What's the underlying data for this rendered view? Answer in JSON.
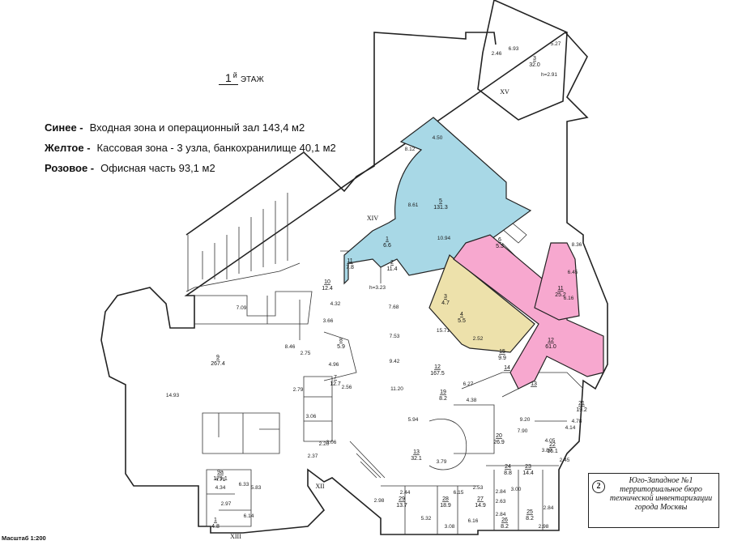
{
  "floor_title": {
    "number": "1",
    "suffix": "й",
    "word": "ЭТАЖ"
  },
  "legend": [
    {
      "color_name": "Синее -",
      "text": "Входная зона и операционный зал 143,4 м2"
    },
    {
      "color_name": "Желтое -",
      "text": "Кассовая зона - 3 узла, банкохранилище 40,1 м2"
    },
    {
      "color_name": "Розовое -",
      "text": "Офисная часть 93,1 м2"
    }
  ],
  "colors": {
    "blue": "#a8d8e6",
    "yellow": "#ede1ab",
    "pink": "#f7a8cf",
    "walls": "#222222"
  },
  "scale": "Масштаб 1:200",
  "stamp": {
    "number": "2",
    "lines": [
      "Юго-Западное №1",
      "территориальное бюро",
      "технической инвентаризации",
      "города Москвы"
    ]
  },
  "sections": [
    "XIV",
    "XV",
    "XII",
    "XIII"
  ],
  "rooms": [
    {
      "no": "5",
      "area": "131.3",
      "zone": "blue"
    },
    {
      "no": "1",
      "area": "6.6",
      "zone": "blue"
    },
    {
      "no": "11",
      "area": "7.8",
      "zone": "blue"
    },
    {
      "no": "2",
      "area": "11.4",
      "zone": "blue"
    },
    {
      "no": "6",
      "area": "5.3",
      "zone": "blue"
    },
    {
      "no": "3",
      "area": "4.7",
      "zone": "yellow"
    },
    {
      "no": "4",
      "area": "5.5",
      "zone": "yellow"
    },
    {
      "no": "15",
      "area": "9.9",
      "zone": "yellow"
    },
    {
      "no": "11",
      "area": "25.2",
      "zone": "pink"
    },
    {
      "no": "12",
      "area": "61.0",
      "zone": "pink"
    },
    {
      "no": "14",
      "area": "",
      "zone": "pink"
    },
    {
      "no": "13",
      "area": "",
      "zone": "pink"
    },
    {
      "no": "12",
      "area": "167.5",
      "zone": "none"
    },
    {
      "no": "9",
      "area": "267.4",
      "zone": "none"
    },
    {
      "no": "9а",
      "area": "179.1",
      "zone": "none"
    },
    {
      "no": "10",
      "area": "12.4",
      "zone": "none"
    },
    {
      "no": "8",
      "area": "5.9",
      "zone": "none"
    },
    {
      "no": "7",
      "area": "12.7",
      "zone": "none"
    },
    {
      "no": "13",
      "area": "32.1",
      "zone": "none"
    },
    {
      "no": "20",
      "area": "26.9",
      "zone": "none"
    },
    {
      "no": "21",
      "area": "19.2",
      "zone": "none"
    },
    {
      "no": "22",
      "area": "16.1",
      "zone": "none"
    },
    {
      "no": "23",
      "area": "14.4",
      "zone": "none"
    },
    {
      "no": "24",
      "area": "8.8",
      "zone": "none"
    },
    {
      "no": "19",
      "area": "8.2",
      "zone": "none"
    },
    {
      "no": "3",
      "area": "32.0",
      "zone": "none"
    },
    {
      "no": "29",
      "area": "13.7",
      "zone": "none"
    },
    {
      "no": "28",
      "area": "18.9",
      "zone": "none"
    },
    {
      "no": "27",
      "area": "14.9",
      "zone": "none"
    },
    {
      "no": "26",
      "area": "8.2",
      "zone": "none"
    },
    {
      "no": "25",
      "area": "8.2",
      "zone": "none"
    },
    {
      "no": "1",
      "area": "4.8",
      "zone": "none"
    }
  ],
  "marks": [
    "h=3.23",
    "h=2.91"
  ],
  "dimensions": [
    "8.12",
    "4.50",
    "8.61",
    "10.94",
    "7.68",
    "7.53",
    "9.42",
    "15.71",
    "6.27",
    "11.20",
    "5.94",
    "3.79",
    "7.09",
    "8.46",
    "14.93",
    "3.66",
    "2.75",
    "4.96",
    "2.56",
    "2.79",
    "3.06",
    "2.20",
    "2.37",
    "3.06",
    "4.71",
    "4.34",
    "2.97",
    "5.83",
    "6.33",
    "6.14",
    "4.32",
    "2.52",
    "6.45",
    "6.16",
    "8.36",
    "9.20",
    "4.14",
    "4.78",
    "2.45",
    "4.05",
    "3.80",
    "7.90",
    "2.53",
    "6.15",
    "3.08",
    "6.16",
    "2.84",
    "2.63",
    "3.00",
    "2.84",
    "2.98",
    "2.44",
    "2.98",
    "5.32",
    "2.84",
    "6.93",
    "5.27",
    "2.46",
    "4.38"
  ]
}
